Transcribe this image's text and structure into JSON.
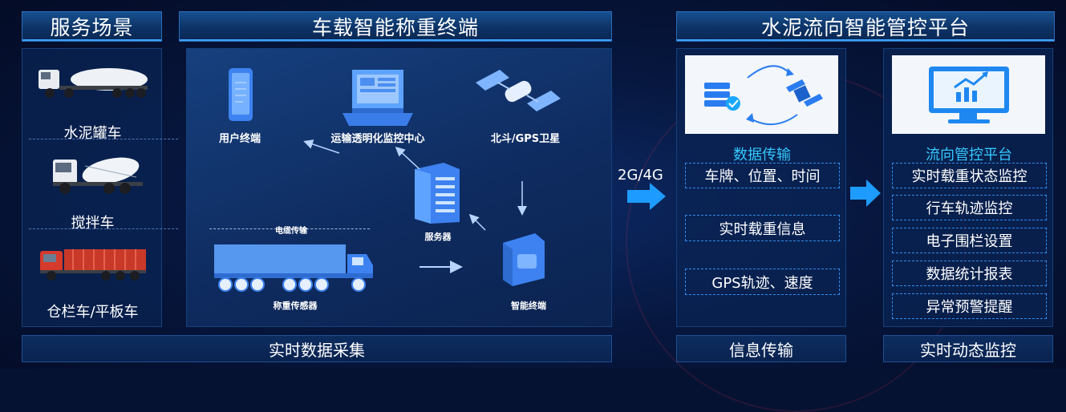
{
  "headers": {
    "scenario": "服务场景",
    "terminal": "车载智能称重终端",
    "platform": "水泥流向智能管控平台"
  },
  "vehicles": [
    {
      "label": "水泥罐车"
    },
    {
      "label": "搅拌车"
    },
    {
      "label": "仓栏车/平板车"
    }
  ],
  "diagram": {
    "user_terminal": "用户终端",
    "monitor_center": "运输透明化监控中心",
    "satellite": "北斗/GPS卫星",
    "server": "服务器",
    "cable": "电缆传输",
    "sensor": "称重传感器",
    "smart_terminal": "智能终端"
  },
  "network": "2G/4G",
  "transmission": {
    "title": "数据传输",
    "items": [
      "车牌、位置、时间",
      "实时载重信息",
      "GPS轨迹、速度"
    ]
  },
  "platform": {
    "title": "流向管控平台",
    "items": [
      "实时载重状态监控",
      "行车轨迹监控",
      "电子围栏设置",
      "数据统计报表",
      "异常预警提醒"
    ]
  },
  "footers": {
    "collect": "实时数据采集",
    "transfer": "信息传输",
    "monitor": "实时动态监控"
  },
  "colors": {
    "accent": "#35c8ff",
    "arrow": "#1e9bff",
    "header_bg": "#0d3366"
  }
}
